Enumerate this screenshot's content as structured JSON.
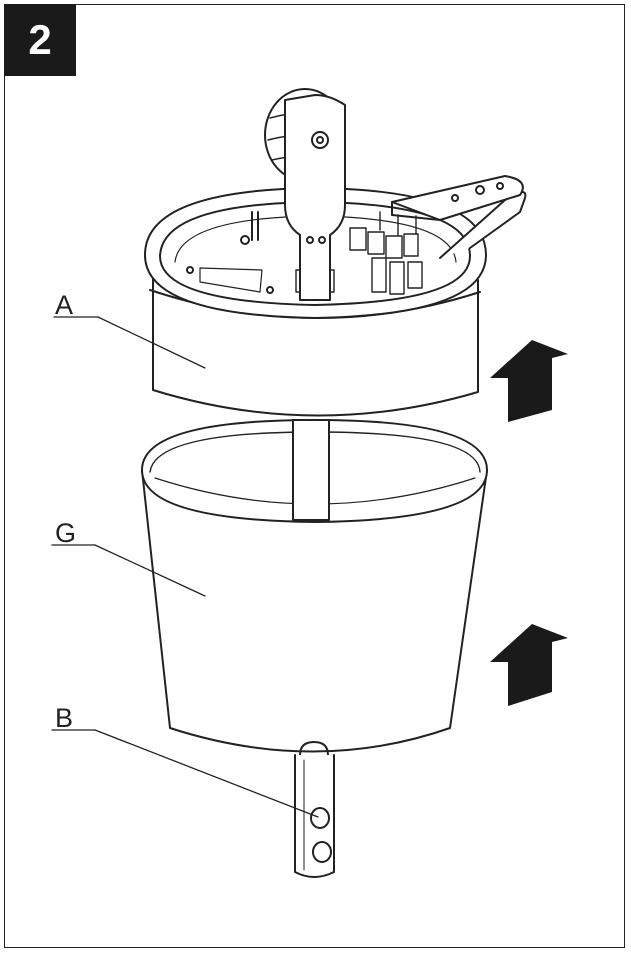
{
  "step": {
    "number": "2"
  },
  "labels": {
    "a": "A",
    "g": "G",
    "b": "B"
  },
  "colors": {
    "ink": "#222222",
    "badge": "#1a1a1a",
    "arrow": "#1a1a1a",
    "paper": "#ffffff"
  },
  "icons": {
    "up_arrow": "up-arrow-icon"
  }
}
